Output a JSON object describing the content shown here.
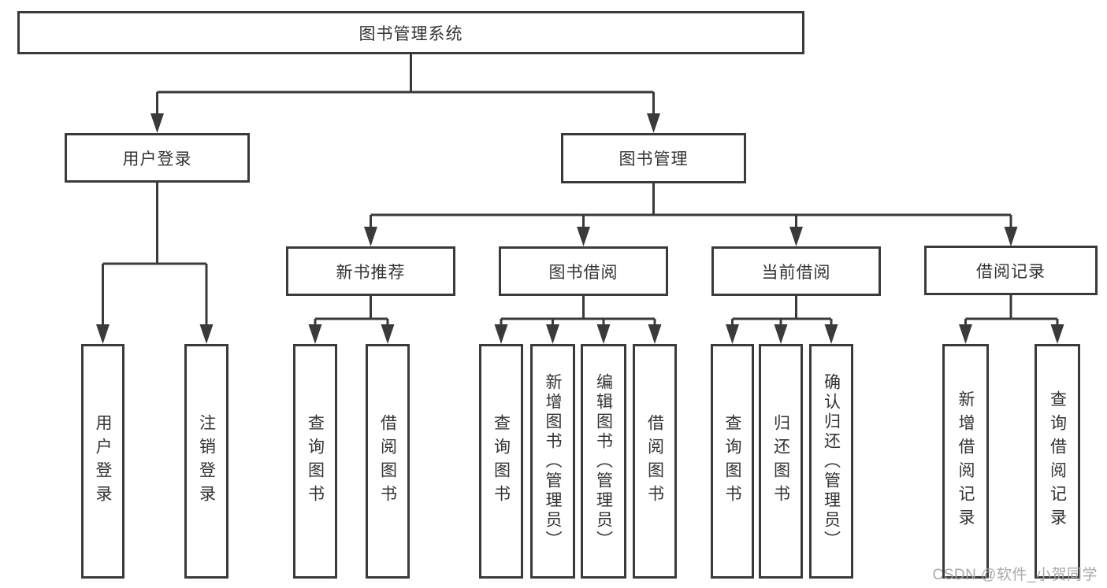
{
  "diagram_title": "图书管理系统",
  "watermark": "CSDN @软件_小贺同学",
  "colors": {
    "line": "#3a3a3a",
    "text": "#333333",
    "box_background": "#ffffff",
    "watermark": "#a5a5a5"
  },
  "nodes": {
    "root": {
      "label": "图书管理系统"
    },
    "level2": {
      "user_login": {
        "label": "用户登录"
      },
      "book_management": {
        "label": "图书管理"
      }
    },
    "level3": {
      "new_book_recommend": {
        "label": "新书推荐"
      },
      "book_borrow": {
        "label": "图书借阅"
      },
      "current_borrow": {
        "label": "当前借阅"
      },
      "borrow_record": {
        "label": "借阅记录"
      }
    },
    "leaves": {
      "user_login": {
        "label": "用户登录"
      },
      "logout": {
        "label": "注销登录"
      },
      "query_book_recommend": {
        "label": "查询图书"
      },
      "borrow_book_recommend": {
        "label": "借阅图书"
      },
      "query_book_borrow": {
        "label": "查询图书"
      },
      "add_book_admin": {
        "label": "新增图书（管理员）"
      },
      "edit_book_admin": {
        "label": "编辑图书（管理员）"
      },
      "borrow_book_borrow": {
        "label": "借阅图书"
      },
      "query_book_current": {
        "label": "查询图书"
      },
      "return_book": {
        "label": "归还图书"
      },
      "confirm_return_admin": {
        "label": "确认归还（管理员）"
      },
      "add_borrow_record": {
        "label": "新增借阅记录"
      },
      "query_borrow_record": {
        "label": "查询借阅记录"
      }
    }
  }
}
